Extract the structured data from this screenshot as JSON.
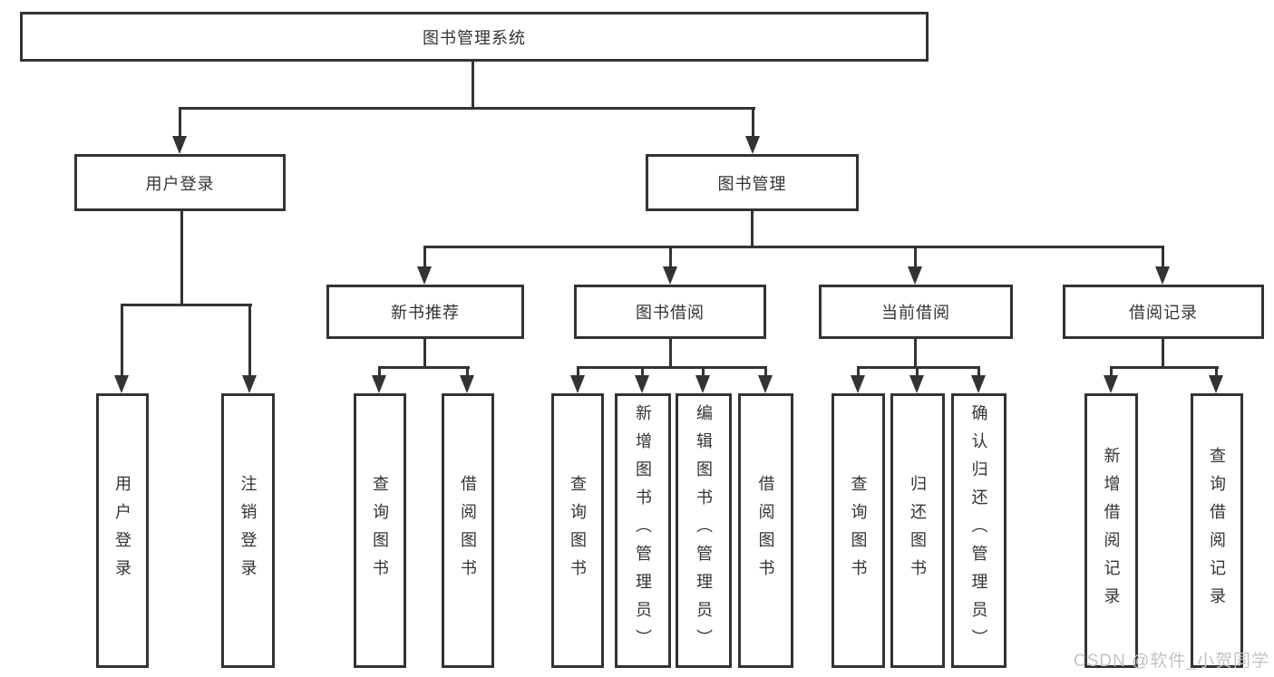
{
  "tree": {
    "root": "图书管理系统",
    "user_login_branch": {
      "label": "用户登录",
      "leaves": [
        "用户登录",
        "注销登录"
      ]
    },
    "book_mgmt_branch": {
      "label": "图书管理",
      "sections": [
        {
          "label": "新书推荐",
          "leaves": [
            "查询图书",
            "借阅图书"
          ]
        },
        {
          "label": "图书借阅",
          "leaves": [
            "查询图书",
            "新增图书（管理员）",
            "编辑图书（管理员）",
            "借阅图书"
          ]
        },
        {
          "label": "当前借阅",
          "leaves": [
            "查询图书",
            "归还图书",
            "确认归还（管理员）"
          ]
        },
        {
          "label": "借阅记录",
          "leaves": [
            "新增借阅记录",
            "查询借阅记录"
          ]
        }
      ]
    }
  },
  "watermark": "CSDN @软件_小贺同学",
  "colors": {
    "line": "#333333",
    "text": "#333333",
    "watermark": "#c3c3c3",
    "background": "#ffffff"
  }
}
